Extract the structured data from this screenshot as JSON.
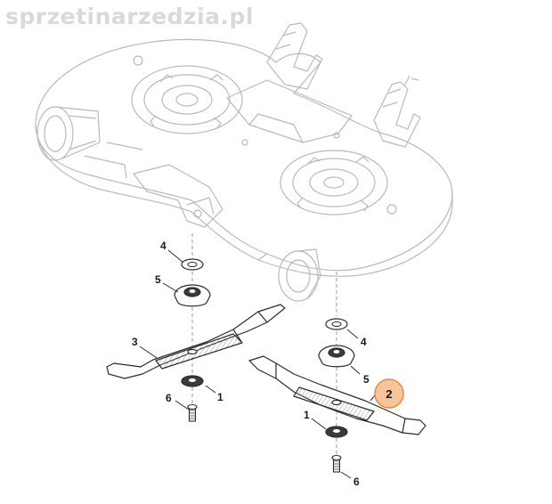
{
  "watermark": "sprzetinarzedzia.pl",
  "callouts": [
    {
      "id": "c4a",
      "label": "4",
      "part": "washer"
    },
    {
      "id": "c5a",
      "label": "5",
      "part": "blade-adapter"
    },
    {
      "id": "c3",
      "label": "3",
      "part": "blade-left"
    },
    {
      "id": "c1a",
      "label": "1",
      "part": "washer"
    },
    {
      "id": "c6a",
      "label": "6",
      "part": "bolt"
    },
    {
      "id": "c4b",
      "label": "4",
      "part": "washer"
    },
    {
      "id": "c5b",
      "label": "5",
      "part": "blade-adapter"
    },
    {
      "id": "c2",
      "label": "2",
      "part": "blade-right",
      "highlighted": true
    },
    {
      "id": "c1b",
      "label": "1",
      "part": "washer"
    },
    {
      "id": "c6b",
      "label": "6",
      "part": "bolt"
    }
  ],
  "colors": {
    "line": "#2b2b2b",
    "deck_line": "#b9b9b9",
    "highlight_fill": "#f8c49a",
    "highlight_stroke": "#e8893f",
    "dark_part": "#3a3a3a"
  }
}
